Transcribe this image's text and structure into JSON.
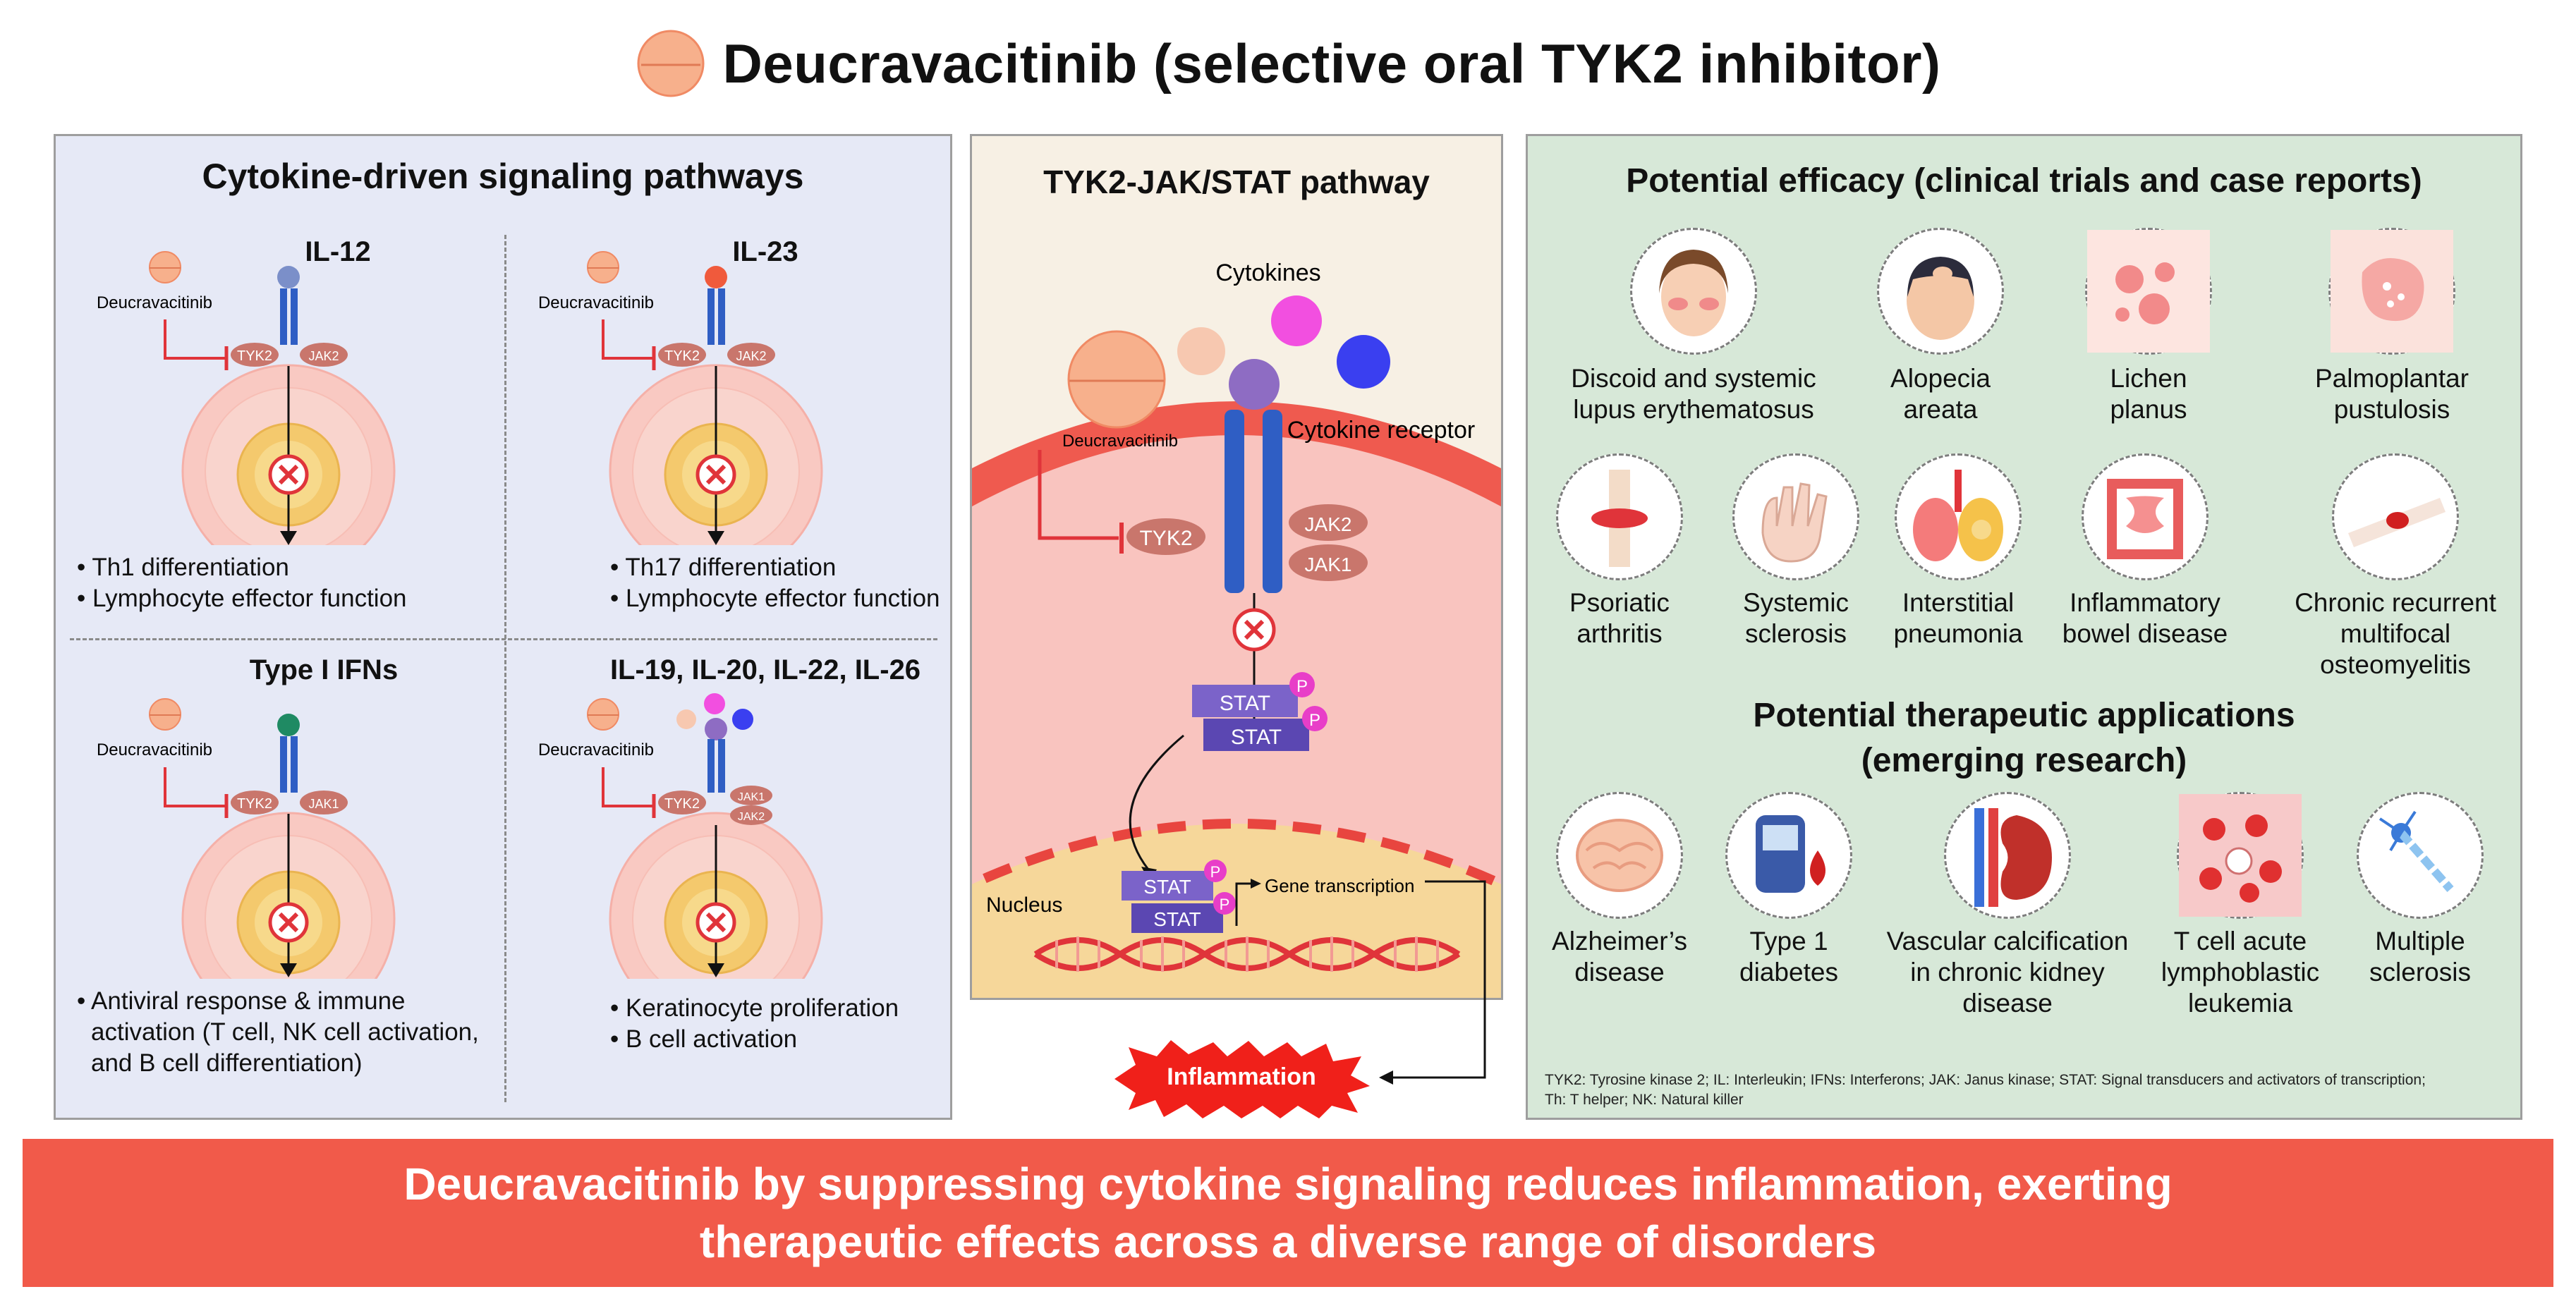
{
  "title": "Deucravacitinib (selective oral TYK2 inhibitor)",
  "left": {
    "heading": "Cytokine-driven signaling pathways",
    "drug_label": "Deucravacitinib",
    "quadrants": [
      {
        "name": "IL-12",
        "tyk": "TYK2",
        "jak": "JAK2",
        "bullets": [
          "• Th1 differentiation",
          "• Lymphocyte effector function"
        ]
      },
      {
        "name": "IL-23",
        "tyk": "TYK2",
        "jak": "JAK2",
        "bullets": [
          "• Th17 differentiation",
          "• Lymphocyte effector function"
        ]
      },
      {
        "name": "Type I IFNs",
        "tyk": "TYK2",
        "jak": "JAK1",
        "bullets": [
          "• Antiviral response & immune",
          "activation (T cell, NK cell activation,",
          "and B cell differentiation)"
        ]
      },
      {
        "name": "IL-19, IL-20, IL-22, IL-26",
        "tyk": "TYK2",
        "jak": "JAK1",
        "jak_b": "JAK2",
        "bullets": [
          "• Keratinocyte proliferation",
          "• B cell activation"
        ]
      }
    ]
  },
  "middle": {
    "heading": "TYK2-JAK/STAT pathway",
    "cytokines": "Cytokines",
    "receptor": "Cytokine receptor",
    "drug_label": "Deucravacitinib",
    "tyk2": "TYK2",
    "jak2": "JAK2",
    "jak1": "JAK1",
    "stat": "STAT",
    "p": "P",
    "nucleus": "Nucleus",
    "gene": "Gene transcription",
    "inflammation": "Inflammation"
  },
  "right": {
    "heading1": "Potential efficacy (clinical trials and case reports)",
    "efficacy": [
      {
        "lines": [
          "Discoid and systemic",
          "lupus erythematosus"
        ],
        "icon": "face-rash-icon"
      },
      {
        "lines": [
          "Alopecia",
          "areata"
        ],
        "icon": "bald-head-icon"
      },
      {
        "lines": [
          "Lichen",
          "planus"
        ],
        "icon": "skin-papule-icon"
      },
      {
        "lines": [
          "Palmoplantar",
          "pustulosis"
        ],
        "icon": "skin-patch-icon"
      },
      {
        "lines": [
          "Psoriatic",
          "arthritis"
        ],
        "icon": "knee-joint-icon"
      },
      {
        "lines": [
          "Systemic",
          "sclerosis"
        ],
        "icon": "hand-icon"
      },
      {
        "lines": [
          "Interstitial",
          "pneumonia"
        ],
        "icon": "lungs-icon"
      },
      {
        "lines": [
          "Inflammatory",
          "bowel disease"
        ],
        "icon": "intestine-icon"
      },
      {
        "lines": [
          "Chronic recurrent",
          "multifocal",
          "osteomyelitis"
        ],
        "icon": "bone-icon"
      }
    ],
    "heading2_line1": "Potential therapeutic applications",
    "heading2_line2": "(emerging research)",
    "applications": [
      {
        "lines": [
          "Alzheimer’s",
          "disease"
        ],
        "icon": "brain-icon"
      },
      {
        "lines": [
          "Type 1",
          "diabetes"
        ],
        "icon": "glucometer-icon"
      },
      {
        "lines": [
          "Vascular calcification",
          "in chronic kidney",
          "disease"
        ],
        "icon": "kidney-icon"
      },
      {
        "lines": [
          "T cell acute",
          "lymphoblastic",
          "leukemia"
        ],
        "icon": "blood-cells-icon"
      },
      {
        "lines": [
          "Multiple",
          "sclerosis"
        ],
        "icon": "neuron-icon"
      }
    ],
    "footnote_line1": "TYK2: Tyrosine kinase 2; IL: Interleukin; IFNs: Interferons; JAK: Janus kinase; STAT: Signal transducers and activators of transcription;",
    "footnote_line2": "Th: T helper; NK: Natural killer"
  },
  "banner": {
    "line1": "Deucravacitinib by suppressing cytokine signaling reduces inflammation, exerting",
    "line2": "therapeutic effects across a diverse range of disorders"
  },
  "colors": {
    "banner": "#f15a4a",
    "receptor_blue": "#2f5ec4",
    "inhibit_red": "#e0343a",
    "stat_purple": "#7b63c9",
    "p_magenta": "#e83ec8",
    "left_bg": "#e6e9f6",
    "mid_bg": "#f7f0e4",
    "right_bg": "#d7e8d8"
  }
}
